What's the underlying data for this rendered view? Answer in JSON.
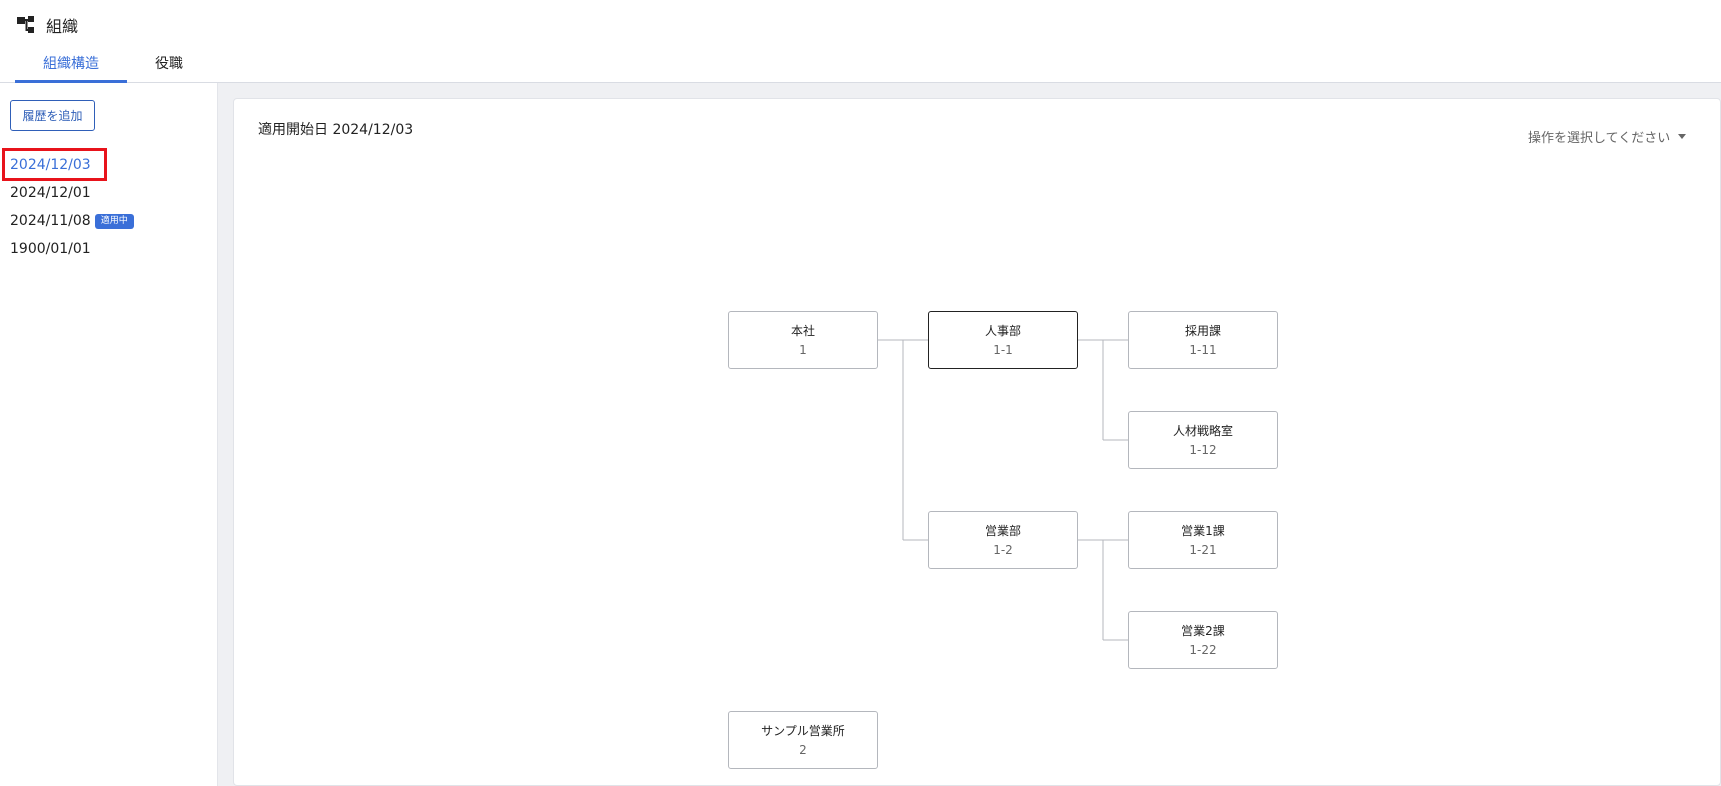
{
  "header": {
    "title": "組織",
    "tabs": [
      {
        "label": "組織構造"
      },
      {
        "label": "役職"
      }
    ]
  },
  "sidebar": {
    "add_button": "履歴を追加",
    "history": [
      {
        "date": "2024/12/03"
      },
      {
        "date": "2024/12/01"
      },
      {
        "date": "2024/11/08",
        "badge": "適用中"
      },
      {
        "date": "1900/01/01"
      }
    ]
  },
  "main": {
    "start_label": "適用開始日 2024/12/03",
    "operation_placeholder": "操作を選択してください"
  },
  "org": {
    "nodes": [
      {
        "name": "本社",
        "code": "1"
      },
      {
        "name": "人事部",
        "code": "1-1"
      },
      {
        "name": "採用課",
        "code": "1-11"
      },
      {
        "name": "人材戦略室",
        "code": "1-12"
      },
      {
        "name": "営業部",
        "code": "1-2"
      },
      {
        "name": "営業1課",
        "code": "1-21"
      },
      {
        "name": "営業2課",
        "code": "1-22"
      },
      {
        "name": "サンプル営業所",
        "code": "2"
      }
    ]
  },
  "colors": {
    "accent": "#3a6fd8",
    "highlight": "#e8131b",
    "panel_bg": "#eff0f3"
  }
}
